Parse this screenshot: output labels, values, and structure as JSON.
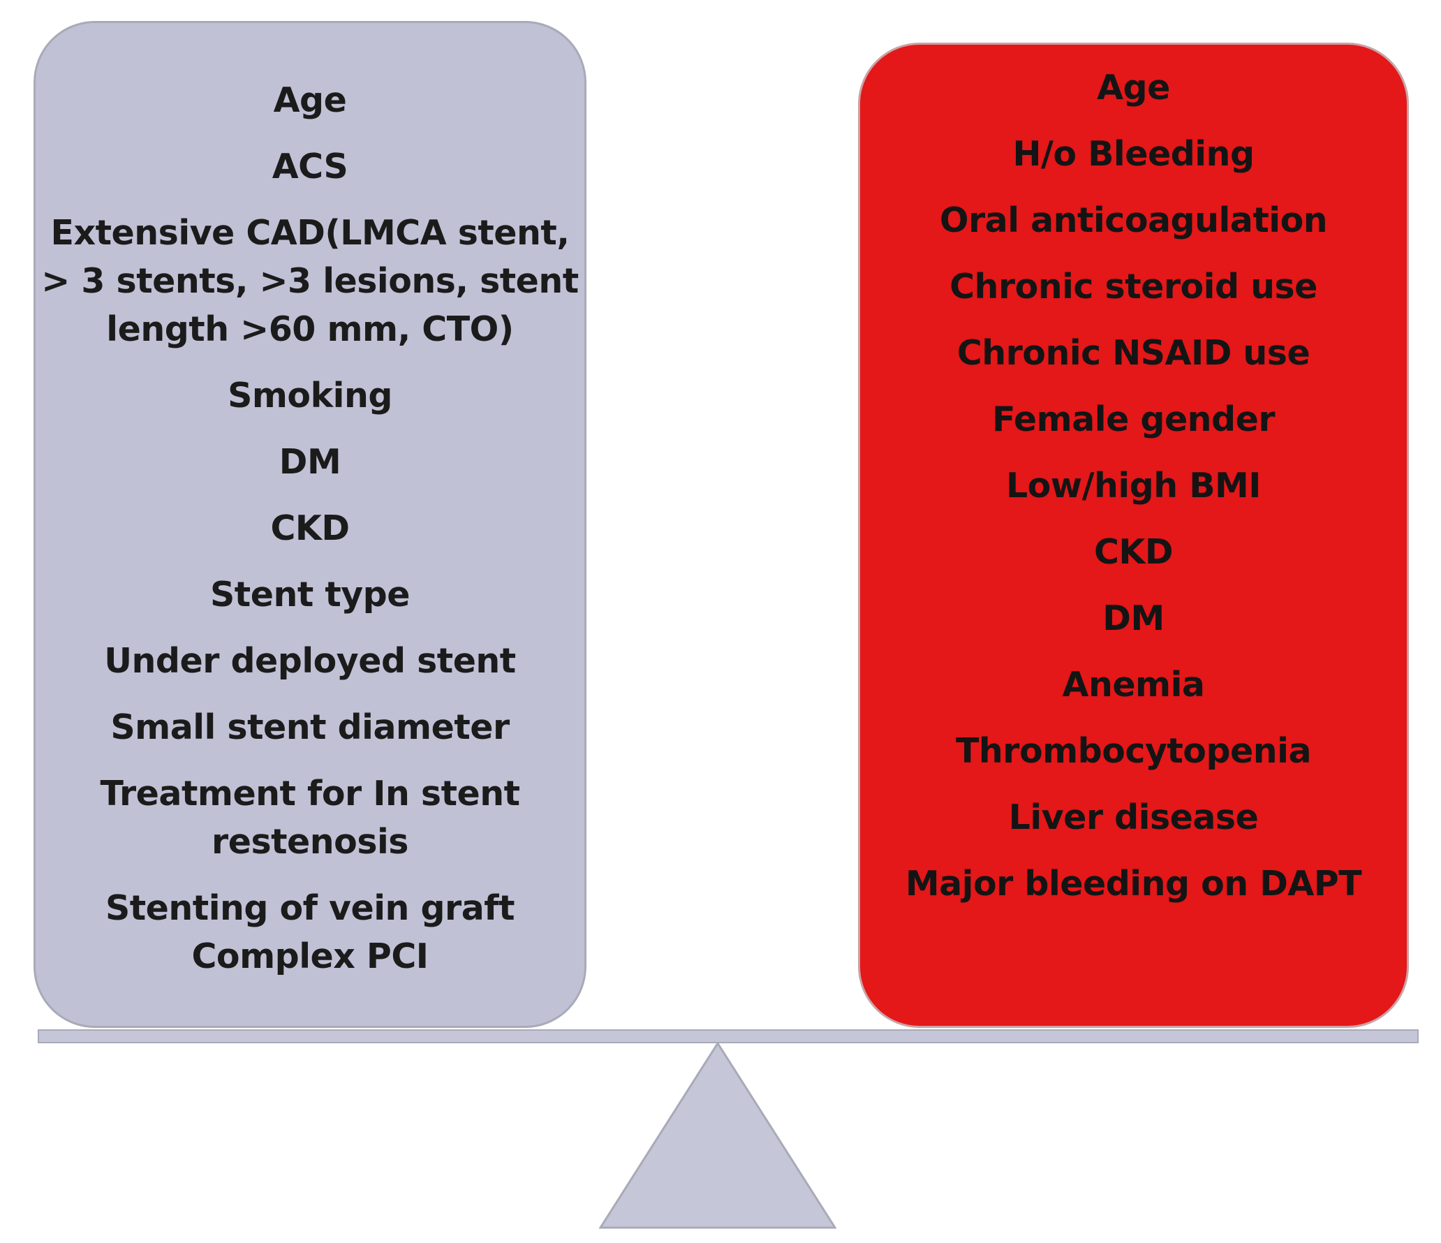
{
  "left_panel": {
    "items": [
      "Age",
      "ACS",
      "Extensive CAD(LMCA stent,\n> 3 stents, >3 lesions, stent\nlength >60 mm, CTO)",
      "Smoking",
      "DM",
      "CKD",
      "Stent type",
      "Under deployed stent",
      "Small stent diameter",
      "Treatment for In stent\nrestenosis",
      "Stenting of vein graft",
      "Complex PCI"
    ],
    "fill_color": "#c0c1d5"
  },
  "right_panel": {
    "items": [
      "Age",
      "H/o Bleeding",
      "Oral anticoagulation",
      "Chronic steroid use",
      "Chronic NSAID use",
      "Female gender",
      "Low/high BMI",
      "CKD",
      "DM",
      "Anemia",
      "Thrombocytopenia",
      "Liver disease",
      "Major bleeding on DAPT"
    ],
    "fill_color": "#e41719"
  },
  "balance_color": "#c5c6d8"
}
